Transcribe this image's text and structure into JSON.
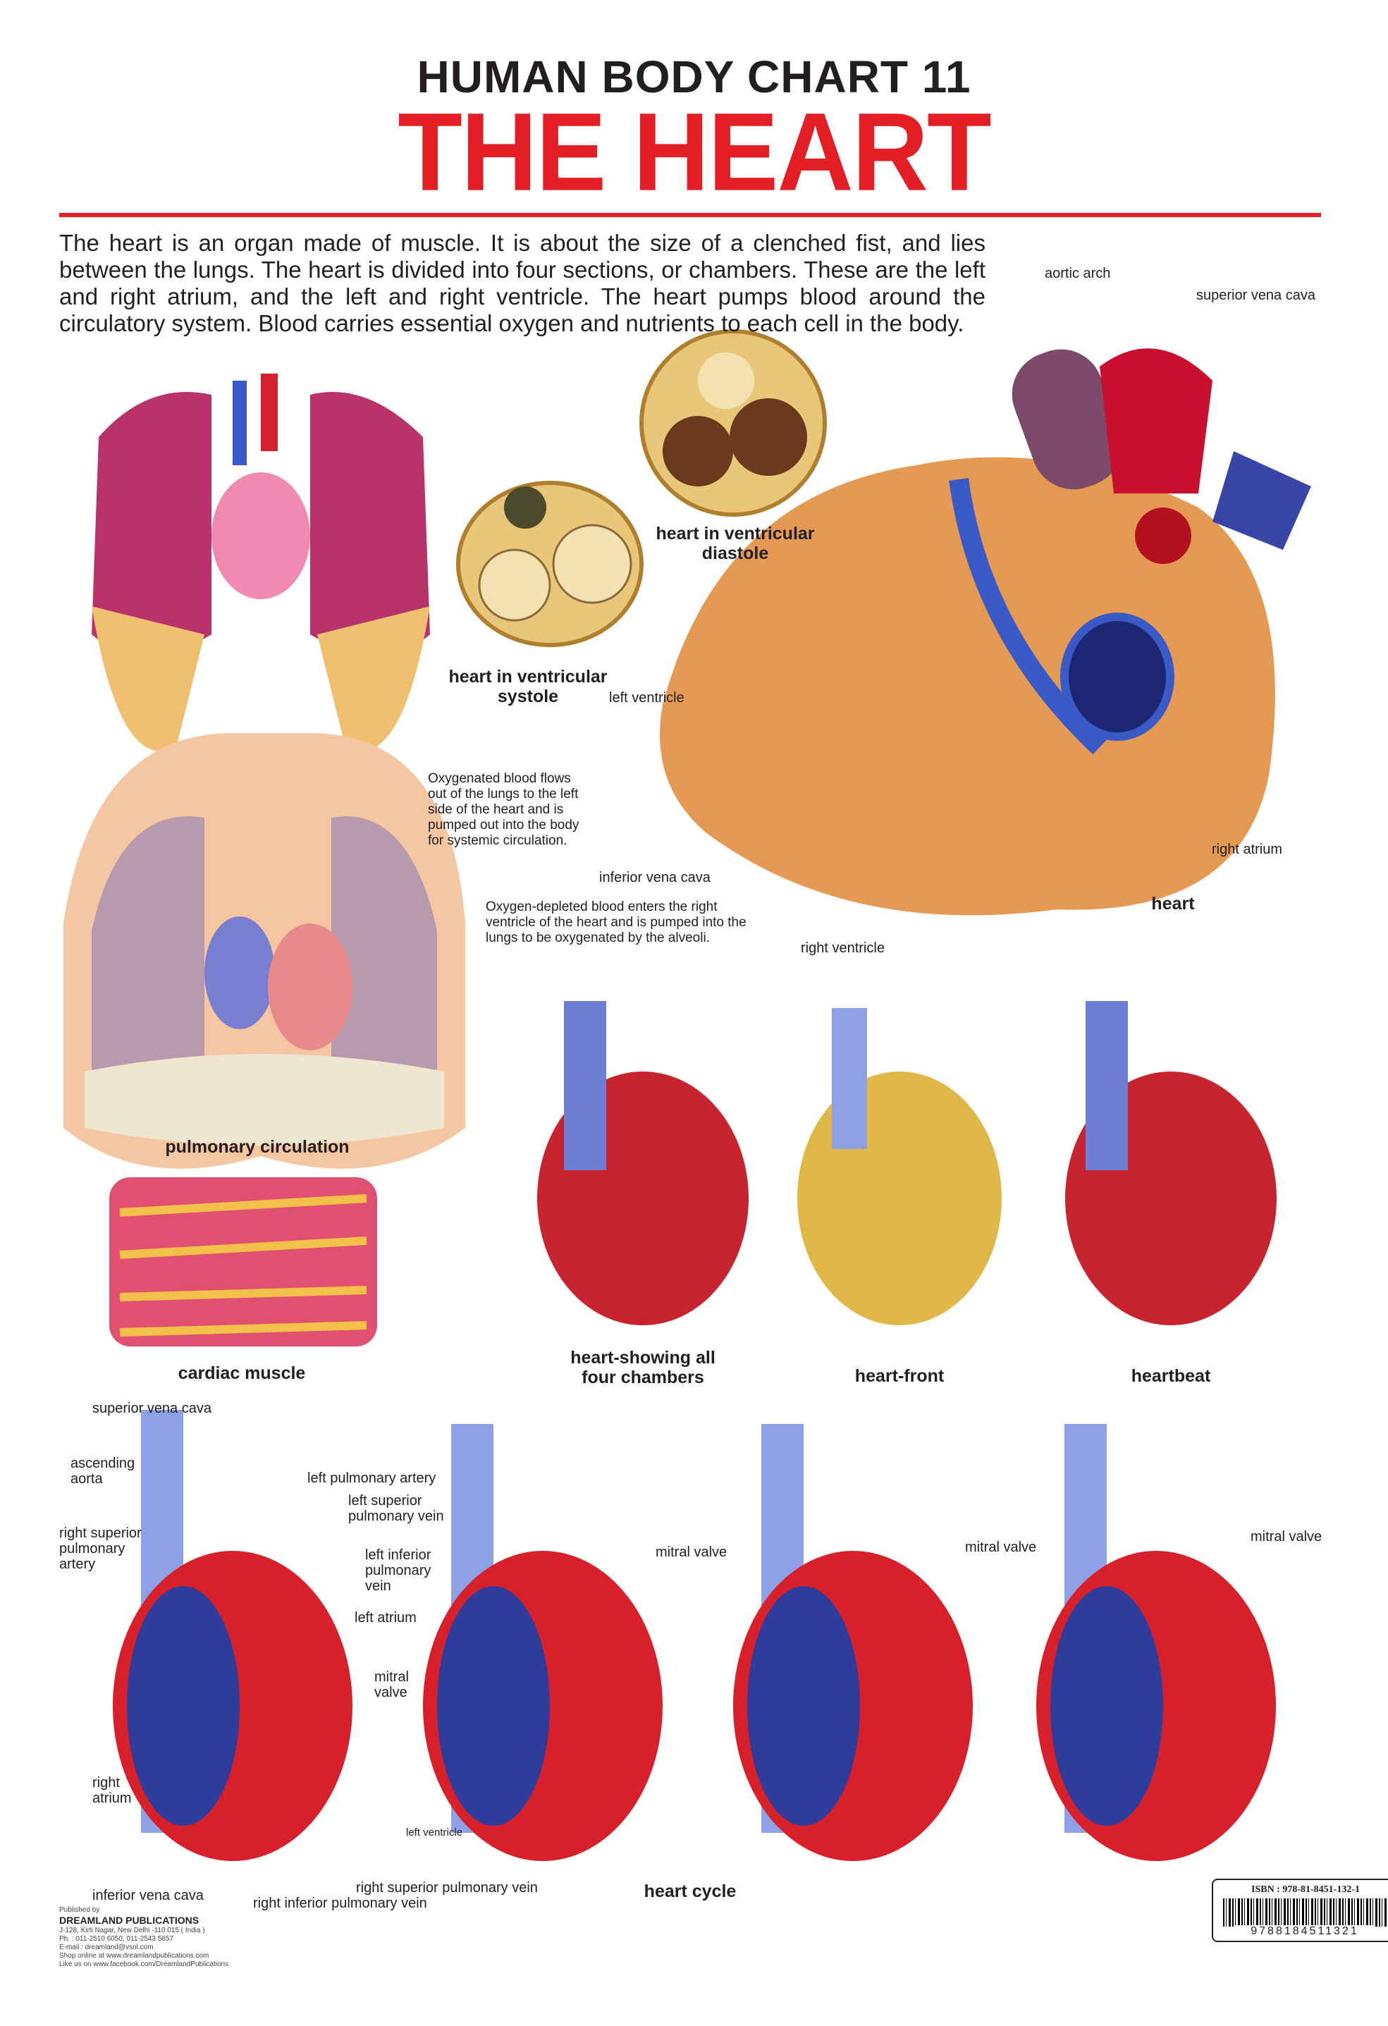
{
  "header": {
    "series_title": "HUMAN BODY CHART 11",
    "title": "THE HEART"
  },
  "intro": "The heart is an organ made of muscle. It is about the size of a clenched fist, and lies between the lungs. The heart is divided into four sections, or chambers. These are the left and right atrium, and the left and right ventricle. The heart pumps blood around the circulatory system. Blood carries essential oxygen and nutrients to each cell in the body.",
  "colors": {
    "accent": "#e31e24",
    "text": "#231f20",
    "oxygenated": "#c8102e",
    "deoxygenated": "#2e3d9c"
  },
  "big_heart": {
    "caption": "heart",
    "labels": [
      "aortic arch",
      "superior vena cava",
      "left ventricle",
      "inferior vena cava",
      "right atrium",
      "right ventricle"
    ]
  },
  "valves": {
    "diastole": "heart in ventricular diastole",
    "systole": "heart in ventricular systole"
  },
  "circulation": {
    "caption": "pulmonary circulation",
    "note_oxygenated": "Oxygenated blood flows out of the lungs to the left side of the heart and is pumped out into the body for systemic circulation.",
    "note_depleted": "Oxygen-depleted blood enters the right ventricle of the heart and is pumped into the lungs to be oxygenated by the alveoli."
  },
  "cardiac_muscle": "cardiac muscle",
  "middle_row": {
    "chambers": "heart-showing all four chambers",
    "front": "heart-front",
    "heartbeat": "heartbeat"
  },
  "anatomy_labels": {
    "svc": "superior vena cava",
    "ascending_aorta": "ascending aorta",
    "lpa": "left pulmonary artery",
    "lspv": "left superior pulmonary vein",
    "rspa": "right superior pulmonary artery",
    "lipv": "left inferior pulmonary vein",
    "left_atrium": "left atrium",
    "mitral": "mitral valve",
    "right_atrium": "right atrium",
    "left_ventricle": "left ventricle",
    "ivc": "inferior vena cava",
    "rspv": "right superior pulmonary vein",
    "ripv": "right inferior pulmonary vein"
  },
  "heart_cycle": {
    "caption": "heart cycle",
    "mitral_labels": [
      "mitral valve",
      "mitral valve",
      "mitral valve"
    ]
  },
  "publisher": {
    "published_by": "Published by",
    "name": "DREAMLAND PUBLICATIONS",
    "address": "J-128, Kirti Nagar, New Delhi -110 015 ( India )",
    "phone": "Ph. : 011-2510 6050, 011-2543 5657",
    "email": "E-mail : dreamland@vsnl.com",
    "shop": "Shop online at www.dreamlandpublications.com",
    "facebook": "Like us on www.facebook.com/DreamlandPublications"
  },
  "isbn": {
    "label": "ISBN : 978-81-8451-132-1",
    "barcode_number": "9788184511321"
  }
}
